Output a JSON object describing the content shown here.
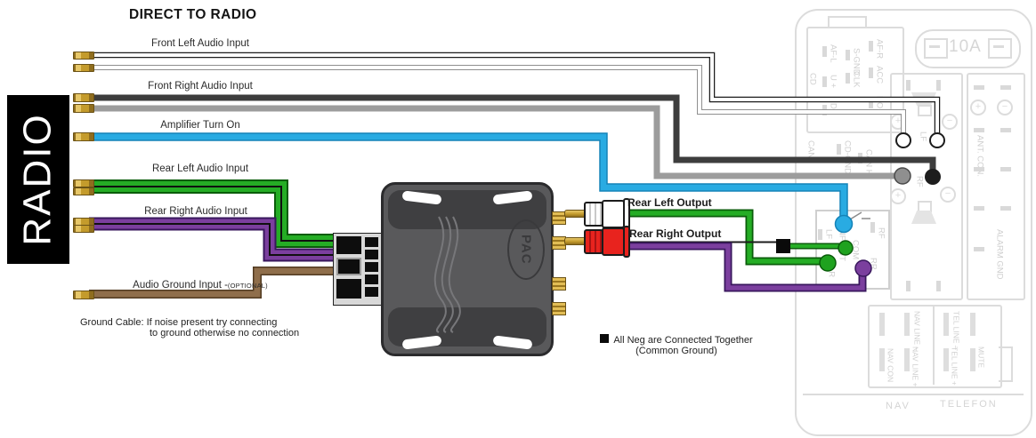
{
  "title": "DIRECT TO RADIO",
  "banner": "RADIO",
  "inputs": {
    "front_left": "Front Left Audio Input",
    "front_right": "Front Right Audio Input",
    "amp_turn_on": "Amplifier Turn On",
    "rear_left": "Rear Left Audio Input",
    "rear_right": "Rear Right Audio Input",
    "audio_ground": "Audio Ground Input -",
    "audio_ground_optional": "(OPTIONAL)"
  },
  "outputs": {
    "rear_left": "Rear Left Output",
    "rear_right": "Rear Right Output"
  },
  "notes": {
    "ground_line1": "Ground Cable: If noise present try connecting",
    "ground_line2": "to ground otherwise no connection",
    "common_line1": "All Neg are Connected Together",
    "common_line2": "(Common Ground)"
  },
  "module": {
    "brand": "PAC"
  },
  "radio_connector": {
    "fuse": "10A",
    "cd_block": {
      "side": "CD",
      "pins": [
        "AF-L",
        "S-GND",
        "AF-R",
        "U +",
        "CLK",
        "ACC",
        "DI",
        "DO"
      ]
    },
    "can_block": {
      "side": "CAN",
      "pins": [
        "CD-GND",
        "CAN H"
      ]
    },
    "speaker_block": {
      "lf": "LF",
      "rf": "RF",
      "plus": "+",
      "minus": "−"
    },
    "right_block": {
      "ant": "ANT. CON.",
      "alarm": "ALARM GND",
      "plus": "+",
      "minus": "−"
    },
    "nf_block": {
      "lf": "LF",
      "rf": "RF",
      "lr": "LR",
      "rr": "RR",
      "com": "COM",
      "out": "NF-OUT"
    },
    "nav_block": {
      "pin1": "NAV LINE –",
      "pin2": "NAV CON",
      "pin3": "NAV LINE +",
      "caption": "NAV"
    },
    "tel_block": {
      "pin1": "TEL LINE –",
      "pin2": "TEL LINE +",
      "pin3": "MUTE",
      "caption": "TELEFON"
    }
  },
  "colors": {
    "amp_turn_on_blue": "#29ABE2",
    "audio_green": "#1FA21F",
    "audio_purple": "#7B3F9E",
    "ground_brown": "#8F6E4B",
    "front_right_gray": "#9C9C9C",
    "front_right_black": "#3D3D3D",
    "terminal_gold": "#C9A22C",
    "rca_red": "#E8231E",
    "ghost_outline": "#DCDCDC"
  }
}
